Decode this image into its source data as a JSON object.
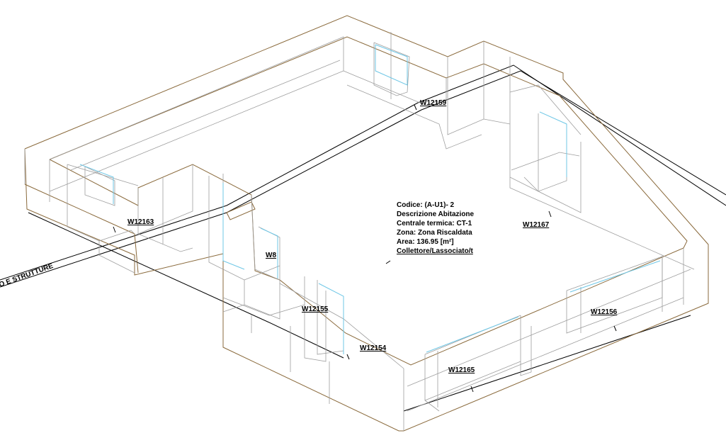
{
  "colors": {
    "background": "#ffffff",
    "wall_edge": "#8a6a3c",
    "wall_line": "#9e9e9e",
    "window": "#6fc7e6",
    "wire": "#000000"
  },
  "edge_label": "O E STRUTTURE",
  "zone_info": {
    "codice": "Codice: (A-U1)-   2",
    "descrizione": "Descrizione  Abitazione",
    "centrale": "Centrale termica: CT-1",
    "zona": "Zona: Zona Riscaldata",
    "area": "Area: 136.95 [m²]",
    "collettore": "Collettore/Lassociato/t"
  },
  "wall_labels": {
    "w12159": "W12159",
    "w12163": "W12163",
    "w8": "W8",
    "w12167": "W12167",
    "w12155": "W12155",
    "w12154": "W12154",
    "w12156": "W12156",
    "w12165": "W12165"
  }
}
